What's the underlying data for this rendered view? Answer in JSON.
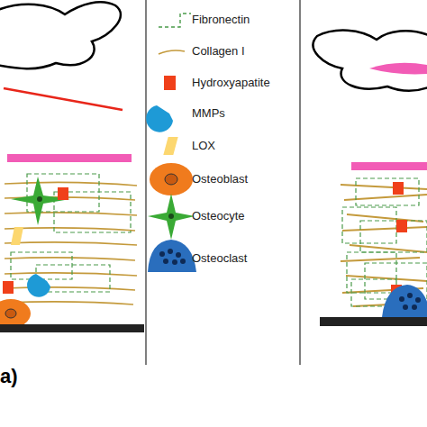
{
  "diagram": {
    "labels": [
      "a)"
    ],
    "legend": [
      {
        "text": "Fibronectin"
      },
      {
        "text": "Collagen I"
      },
      {
        "text": "Hydroxyapatite",
        "color": "#f0401a"
      },
      {
        "text": "MMPs"
      },
      {
        "text": "LOX",
        "color": "#fcd770"
      },
      {
        "text": "Osteoblast"
      },
      {
        "text": "Osteocyte"
      },
      {
        "text": "Osteoclast"
      }
    ]
  }
}
